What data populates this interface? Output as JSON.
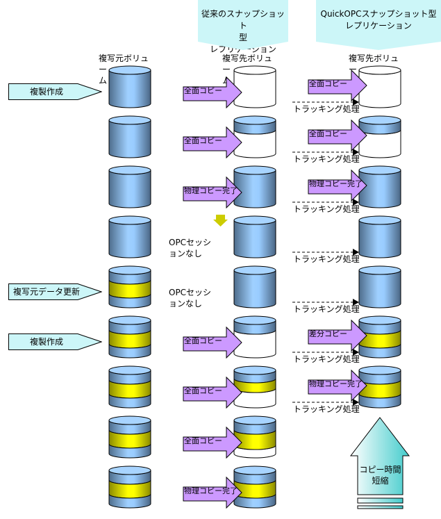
{
  "banners": {
    "traditional": "従来のスナップショット型\nレプリケーション",
    "traditional_lines": [
      "従来のスナップショット",
      "型",
      "レプリケーション"
    ],
    "quickopc_lines": [
      "QuickOPCスナップショット型",
      "レプリケーション"
    ]
  },
  "column_headers": {
    "source": [
      "複写元ボリュー",
      "ム"
    ],
    "dest_traditional": [
      "複写先ボリュー",
      "ム"
    ],
    "dest_quickopc": [
      "複写先ボリュー",
      "ム"
    ]
  },
  "steps": [
    {
      "label": "複製作成",
      "row": 0
    },
    {
      "label": "複写元データ更新",
      "row": 4
    },
    {
      "label": "複製作成",
      "row": 5
    }
  ],
  "rows": [
    {
      "source": "blue",
      "trad": "empty",
      "trad_arrow": "全面コピー",
      "trad_note": "",
      "quick": "empty",
      "quick_arrow": "全面コピー",
      "tracking": "トラッキング処理"
    },
    {
      "source": "blue",
      "trad": "top",
      "trad_arrow": "全面コピー",
      "trad_note": "",
      "quick": "top",
      "quick_arrow": "全面コピー",
      "tracking": "トラッキング処理"
    },
    {
      "source": "blue",
      "trad": "blue",
      "trad_arrow": "物理コピー完了",
      "trad_note": "",
      "quick": "blue",
      "quick_arrow": "物理コピー完了",
      "tracking": "トラッキング処理"
    },
    {
      "source": "blue",
      "trad": "blue",
      "trad_arrow": "",
      "trad_note": "OPCセッションなし",
      "quick": "blue",
      "quick_arrow": "",
      "tracking": "トラッキング処理"
    },
    {
      "source": "yellow",
      "trad": "blue",
      "trad_arrow": "",
      "trad_note": "OPCセッションなし",
      "quick": "blue",
      "quick_arrow": "",
      "tracking": "トラッキング処理"
    },
    {
      "source": "yellow",
      "trad": "top",
      "trad_arrow": "全面コピー",
      "trad_note": "",
      "quick": "yellow",
      "quick_arrow": "差分コピー",
      "tracking": "トラッキング処理"
    },
    {
      "source": "yellow",
      "trad": "top-yellow",
      "trad_arrow": "全面コピー",
      "trad_note": "",
      "quick": "yellow",
      "quick_arrow": "物理コピー完了",
      "tracking": "トラッキング処理"
    },
    {
      "source": "yellow",
      "trad": "top-yellow-full",
      "trad_arrow": "全面コピー",
      "trad_note": "",
      "quick": "",
      "quick_arrow": "",
      "tracking": ""
    },
    {
      "source": "yellow",
      "trad": "yellow",
      "trad_arrow": "物理コピー完了",
      "trad_note": "",
      "quick": "",
      "quick_arrow": "",
      "tracking": ""
    }
  ],
  "big_arrow": {
    "lines": [
      "コピー時間",
      "短縮"
    ]
  },
  "colors": {
    "banner": "#ccf6f8",
    "step_fill": "#ccf6f8",
    "copy_arrow": "#cc99ff",
    "volume_blue": "#99ccff",
    "volume_dark": "#4a6a8a",
    "update_yellow": "#ffff00",
    "down_arrow": "#cccc00",
    "big_arrow": "#4fd0d0"
  }
}
